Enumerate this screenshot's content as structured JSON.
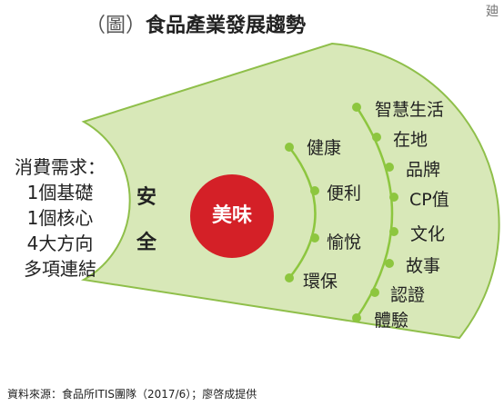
{
  "title": {
    "open_paren": "（",
    "figure_word": "圖",
    "close_paren": "）",
    "text": "食品產業發展趨勢"
  },
  "corner_mark": "廸",
  "demand": [
    "消費需求：",
    "1個基礎",
    "1個核心",
    "4大方向",
    "多項連結"
  ],
  "safety": [
    "安",
    "全"
  ],
  "core": "美味",
  "inner_ring": [
    "健康",
    "便利",
    "愉悅",
    "環保"
  ],
  "outer_ring": [
    "智慧生活",
    "在地",
    "品牌",
    "CP值",
    "文化",
    "故事",
    "認證",
    "體驗"
  ],
  "source": "資料來源：食品所ITIS團隊（2017/6）；廖啓成提供",
  "colors": {
    "fan_fill": "#d8e8b8",
    "fan_stroke": "#8fbf4a",
    "core_red": "#d42027",
    "node_green": "#8dc63f"
  }
}
